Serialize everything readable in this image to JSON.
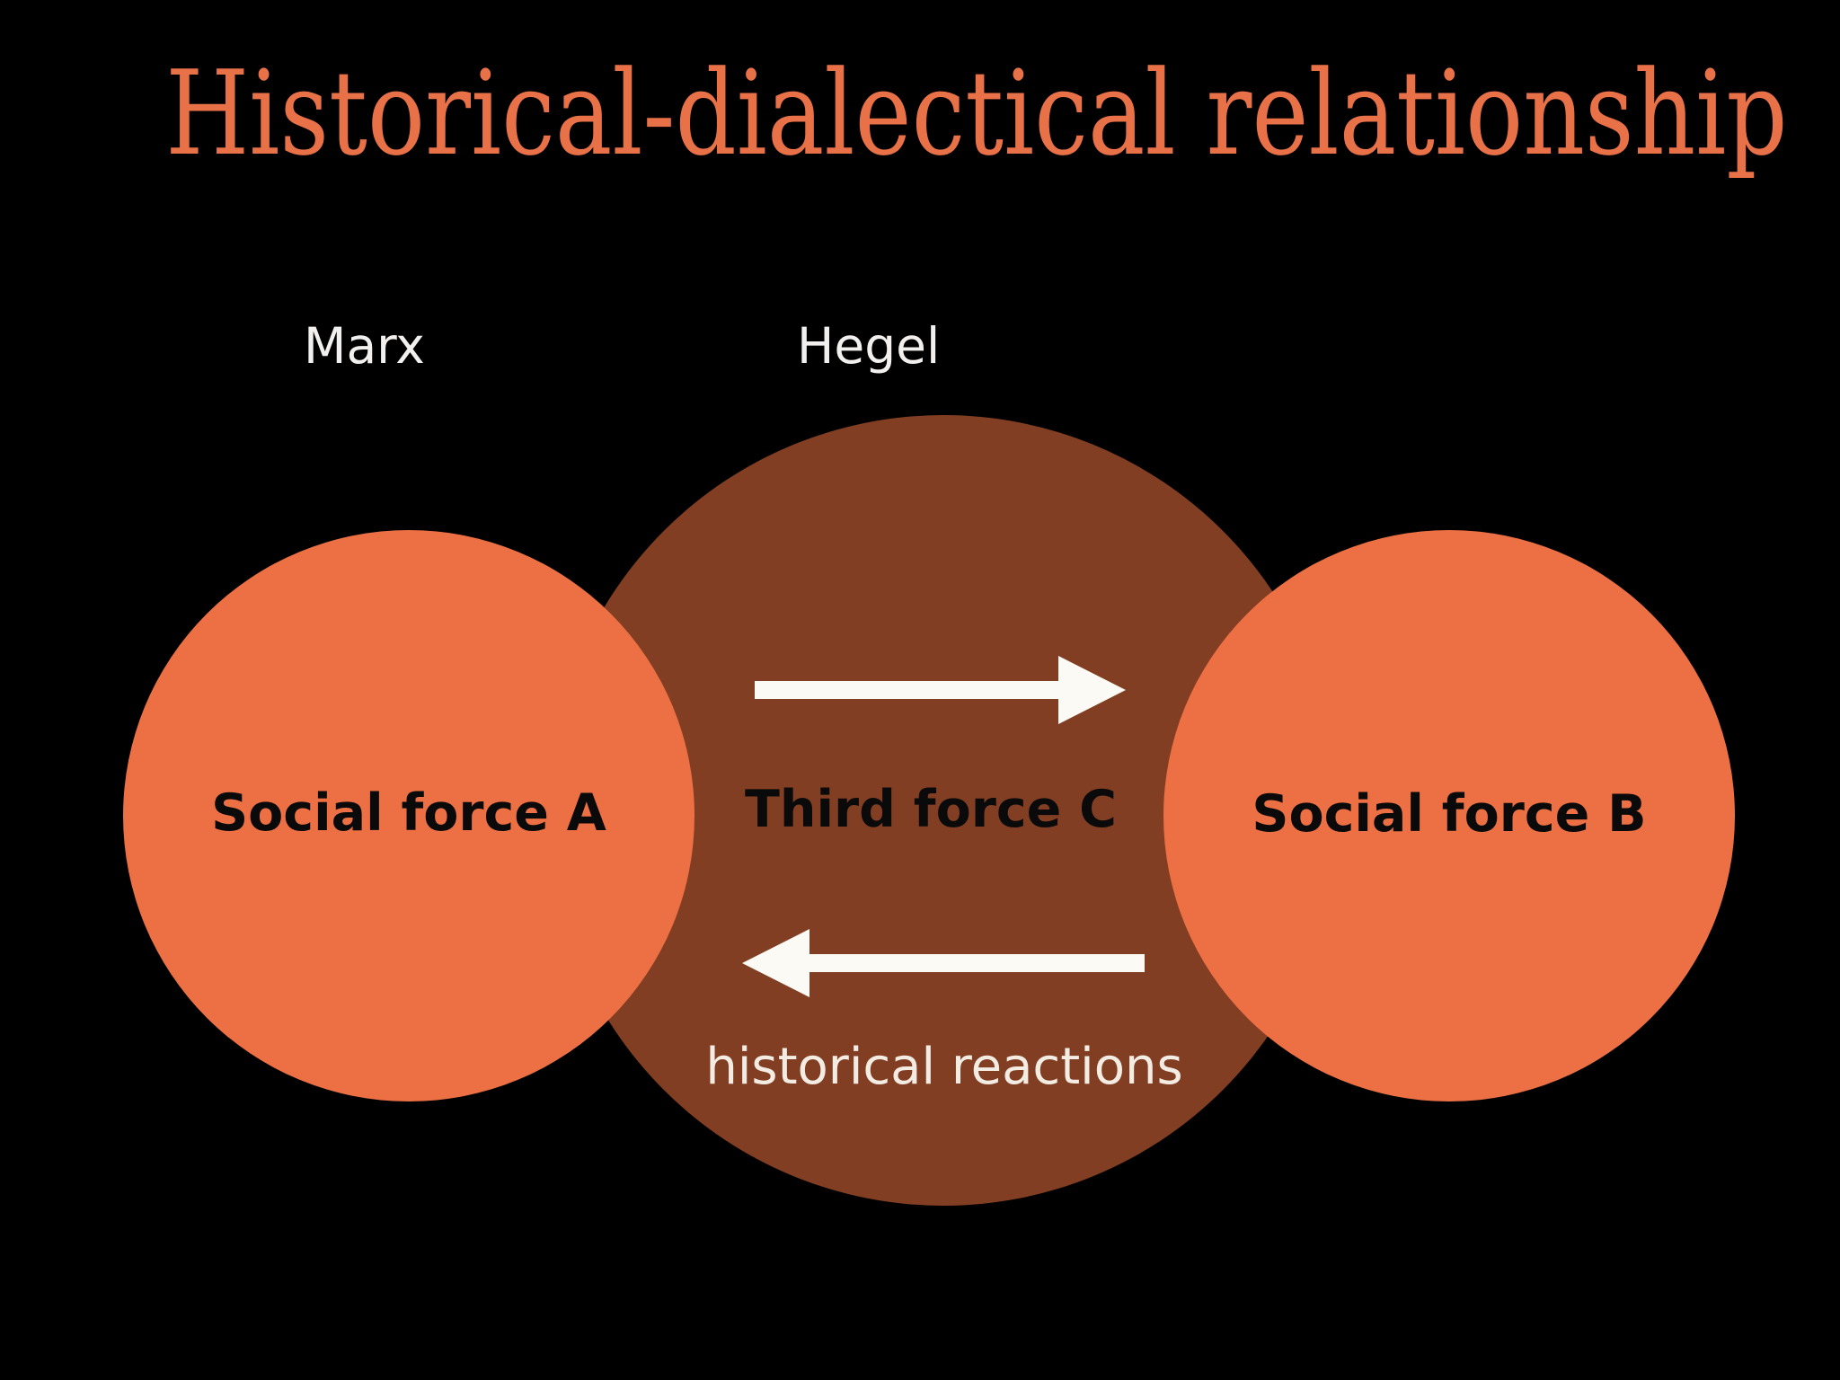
{
  "slide": {
    "title": "Historical-dialectical relationship",
    "thinkers": {
      "marx": "Marx",
      "hegel": "Hegel"
    },
    "circles": {
      "left": {
        "label": "Social force A"
      },
      "center": {
        "label": "Third force C"
      },
      "right": {
        "label": "Social force B"
      }
    },
    "arrows": {
      "forward": {
        "direction": "right"
      },
      "backward": {
        "direction": "left",
        "label": "historical reactions"
      }
    },
    "colors": {
      "background": "#000000",
      "title_text": "#E97148",
      "orange_circle": "#EC7044",
      "brown_circle": "#823E23",
      "light_text": "#F2F0EF",
      "reaction_text": "#F2ECE3",
      "force_label_text": "#0A0A0A",
      "arrow": "#FCFAF5"
    }
  }
}
